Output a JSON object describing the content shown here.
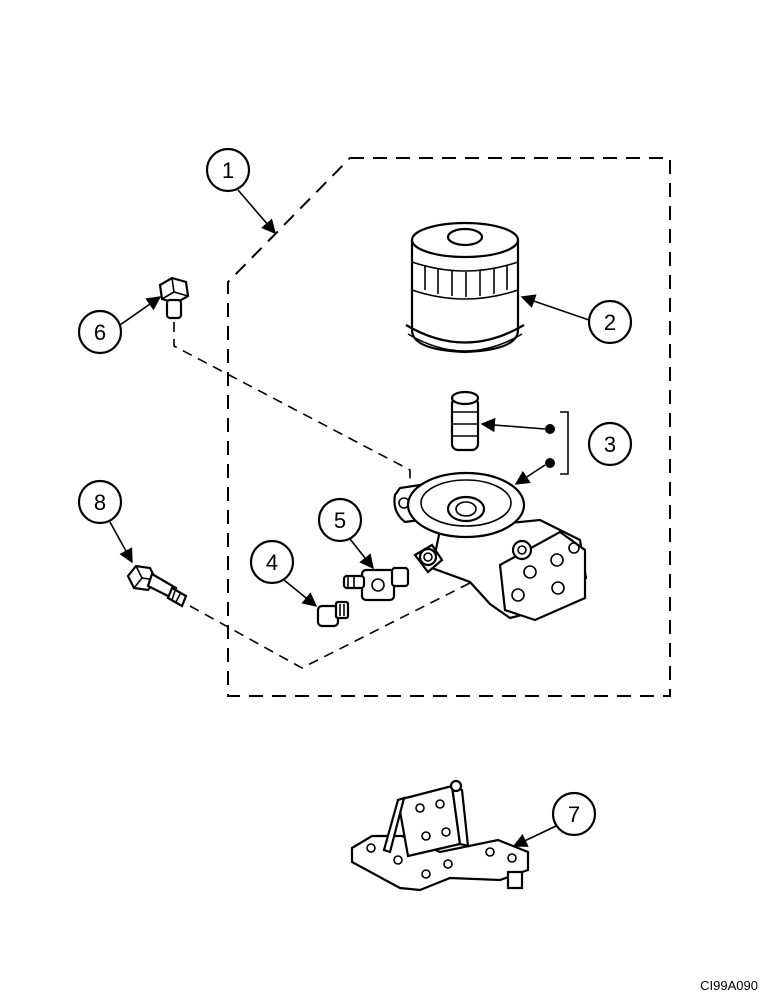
{
  "callouts": [
    {
      "id": "callout-1",
      "label": "1"
    },
    {
      "id": "callout-2",
      "label": "2"
    },
    {
      "id": "callout-3",
      "label": "3"
    },
    {
      "id": "callout-4",
      "label": "4"
    },
    {
      "id": "callout-5",
      "label": "5"
    },
    {
      "id": "callout-6",
      "label": "6"
    },
    {
      "id": "callout-7",
      "label": "7"
    },
    {
      "id": "callout-8",
      "label": "8"
    }
  ],
  "figure_id": "CI99A090"
}
